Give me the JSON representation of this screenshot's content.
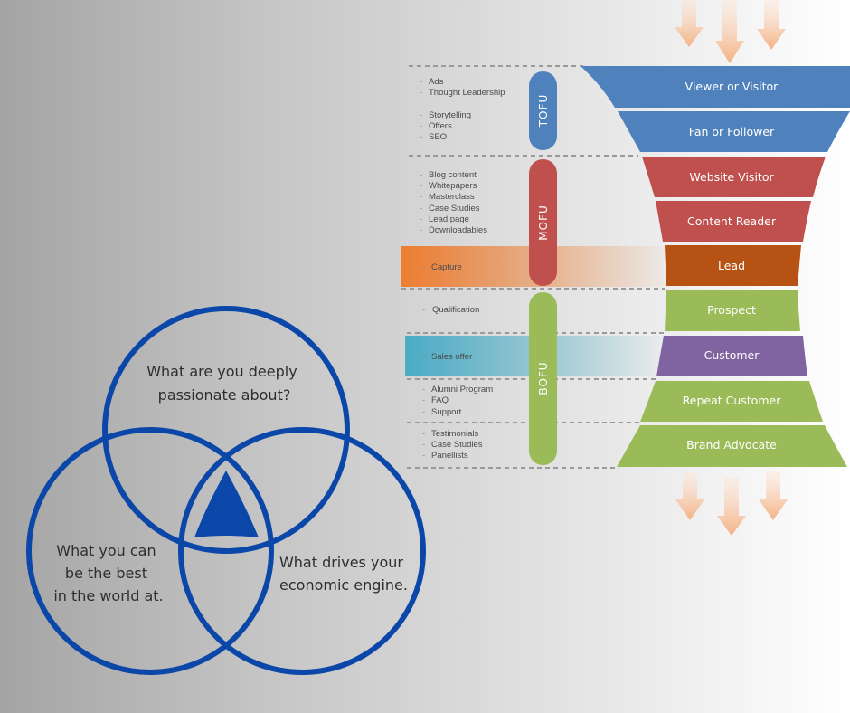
{
  "funnel": {
    "stages": [
      {
        "label": "Viewer or Visitor",
        "color": "#4f81bd"
      },
      {
        "label": "Fan or Follower",
        "color": "#4f81bd"
      },
      {
        "label": "Website Visitor",
        "color": "#c0504d"
      },
      {
        "label": "Content Reader",
        "color": "#c0504d"
      },
      {
        "label": "Lead",
        "color": "#b65214"
      },
      {
        "label": "Prospect",
        "color": "#9bbb59"
      },
      {
        "label": "Customer",
        "color": "#8064a2"
      },
      {
        "label": "Repeat Customer",
        "color": "#9bbb59"
      },
      {
        "label": "Brand Advocate",
        "color": "#9bbb59"
      }
    ],
    "phases": [
      {
        "label": "TOFU",
        "color": "#4f81bd"
      },
      {
        "label": "MOFU",
        "color": "#c0504d"
      },
      {
        "label": "BOFU",
        "color": "#9bbb59"
      }
    ],
    "item_groups": [
      [
        "Ads",
        "Thought Leadership"
      ],
      [
        "Storytelling",
        "Offers",
        "SEO"
      ],
      [
        "Blog content",
        "Whitepapers",
        "Masterclass",
        "Case Studies",
        "Lead page",
        "Downloadables"
      ],
      [
        "Capture"
      ],
      [
        "Qualification"
      ],
      [
        "Sales offer"
      ],
      [
        "Alumni Program",
        "FAQ",
        "Support"
      ],
      [
        "Testimonials",
        "Case Studies",
        "Panellists"
      ]
    ],
    "bullet": "-",
    "highlights": {
      "capture": "#ed7d31",
      "sales": "#4bacc6"
    }
  },
  "venn": {
    "color": "#0a47a8",
    "top": [
      "What are you deeply",
      "passionate about?"
    ],
    "left": [
      "What you can",
      "be the best",
      "in the world at."
    ],
    "right": [
      "What drives your",
      "economic engine."
    ]
  }
}
